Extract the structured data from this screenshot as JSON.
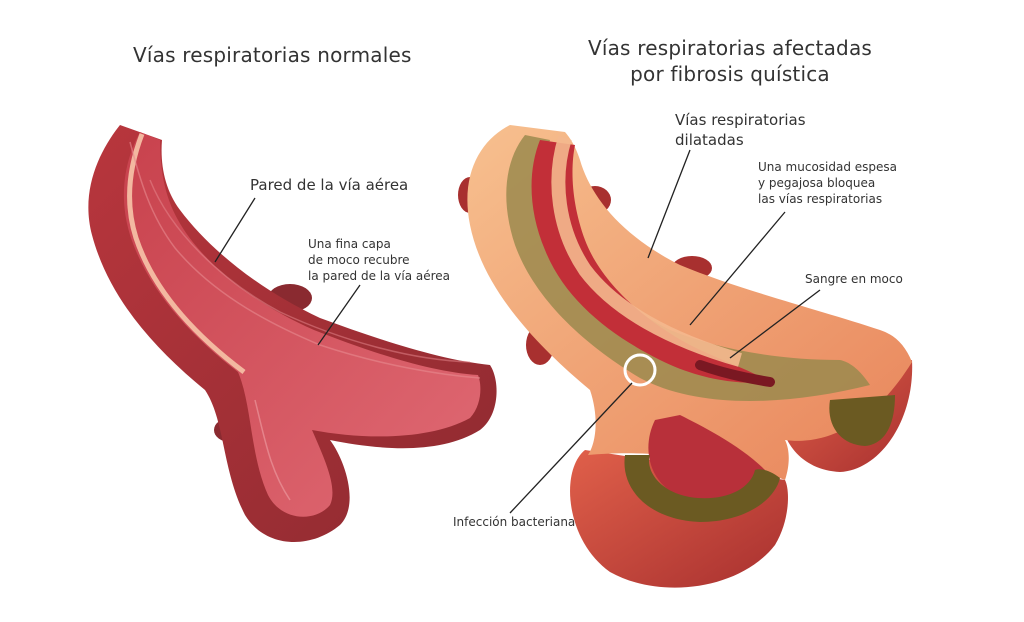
{
  "titles": {
    "normal": "Vías respiratorias normales",
    "affected": "Vías respiratorias afectadas\npor fibrosis quística"
  },
  "labels": {
    "wall": "Pared de la vía aérea",
    "thin_mucus": "Una fina capa\nde moco recubre\nla pared de la vía aérea",
    "dilated": "Vías respiratorias\ndilatadas",
    "thick_mucus": "Una mucosidad espesa\ny pegajosa bloquea\nlas vías respiratorias",
    "blood": "Sangre en moco",
    "infection": "Infección bacteriana"
  },
  "colors": {
    "healthy_outer": "#a8333a",
    "healthy_lumen": "#d9545f",
    "affected_outer": "#f2a06b",
    "mucus": "#9b8a4e",
    "infection": "#6b5a22",
    "blood": "#b82232"
  }
}
